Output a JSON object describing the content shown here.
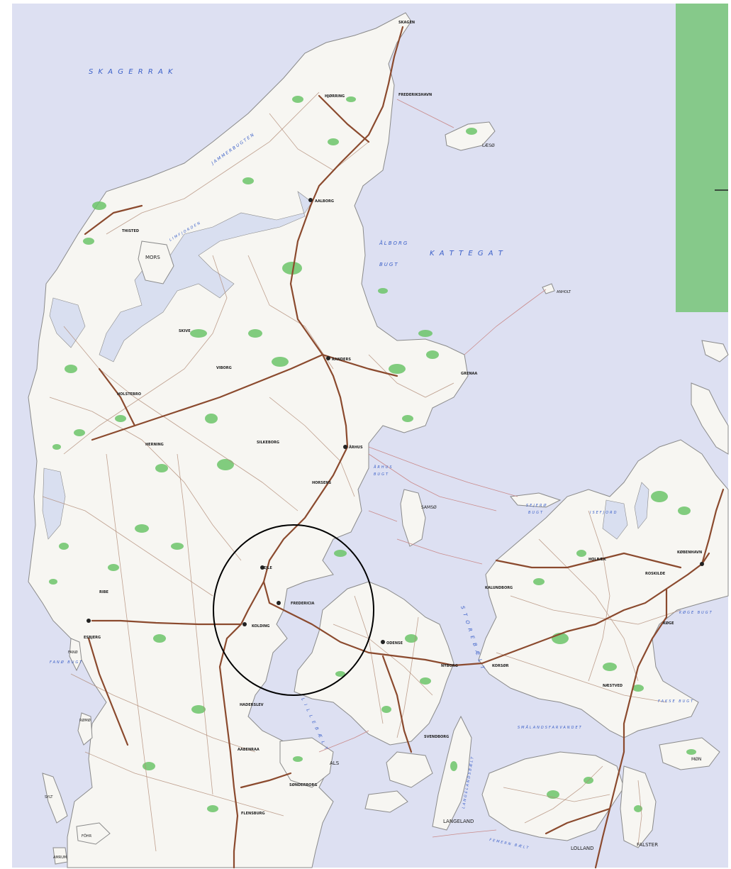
{
  "map": {
    "colors": {
      "sea": "#dde0f2",
      "land": "#f7f6f2",
      "forest": "#6cc46a",
      "road": "#8b4a2e",
      "sea_text": "#3a5fc8",
      "panel": "#86c98a",
      "highlight_circle": "#000000"
    },
    "sea_labels": {
      "skagerrak": "S K A G E R R A K",
      "kattegat": "K A T T E G A T",
      "aalborg_bugt_1": "ÅLBORG",
      "aalborg_bugt_2": "BUGT",
      "storebaelt": "S T O R E B Æ L T",
      "lillebaelt": "L I L L E B Æ L T",
      "jammerbugten": "JAMMERBUGTEN",
      "limfjorden": "LIMFJORDEN",
      "aarhus_bugt_1": "ÅRHUS",
      "aarhus_bugt_2": "BUGT",
      "sejero_bugt_1": "SEJERØ",
      "sejero_bugt_2": "BUGT",
      "isefjord": "ISEFJORD",
      "koge_bugt": "KØGE BUGT",
      "faxe_bugt": "FAKSE BUGT",
      "smalandsfarvandet": "SMÅLANDSFARVANDET",
      "fano_bugt": "FANØ BUGT",
      "langelandsbaelt": "LANGELANDSBÆLT",
      "femern_baelt": "FEMERN BÆLT"
    },
    "cities": {
      "skagen": "SKAGEN",
      "frederikshavn": "FREDERIKSHAVN",
      "hjorring": "HJØRRING",
      "aalborg": "AALBORG",
      "thisted": "THISTED",
      "mors": "MORS",
      "skive": "SKIVE",
      "viborg": "VIBORG",
      "randers": "RANDERS",
      "grenaa": "GRENAA",
      "aarhus": "ÅRHUS",
      "silkeborg": "SILKEBORG",
      "herning": "HERNING",
      "holstebro": "HOLSTEBRO",
      "horsens": "HORSENS",
      "vejle": "VEJLE",
      "fredericia": "FREDERICIA",
      "kolding": "KOLDING",
      "esbjerg": "ESBJERG",
      "ribe": "RIBE",
      "odense": "ODENSE",
      "nyborg": "NYBORG",
      "korsor": "KORSØR",
      "svendborg": "SVENDBORG",
      "kalundborg": "KALUNDBORG",
      "holbaek": "HOLBÆK",
      "roskilde": "ROSKILDE",
      "kobenhavn": "KØBENHAVN",
      "koge": "KØGE",
      "naestved": "NÆSTVED",
      "sonderborg": "SØNDERBORG",
      "aabenraa": "AABENRAA",
      "flensburg": "FLENSBURG",
      "haderslev": "HADERSLEV"
    },
    "islands": {
      "laeso": "LÆSØ",
      "anholt": "ANHOLT",
      "samso": "SAMSØ",
      "fano": "FANØ",
      "als": "ALS",
      "langeland": "LANGELAND",
      "lolland": "LOLLAND",
      "falster": "FALSTER",
      "mon": "MØN",
      "sylt": "SYLT",
      "fohr": "FÖHR",
      "amrum": "AMRUM",
      "romo": "RØMØ"
    }
  }
}
